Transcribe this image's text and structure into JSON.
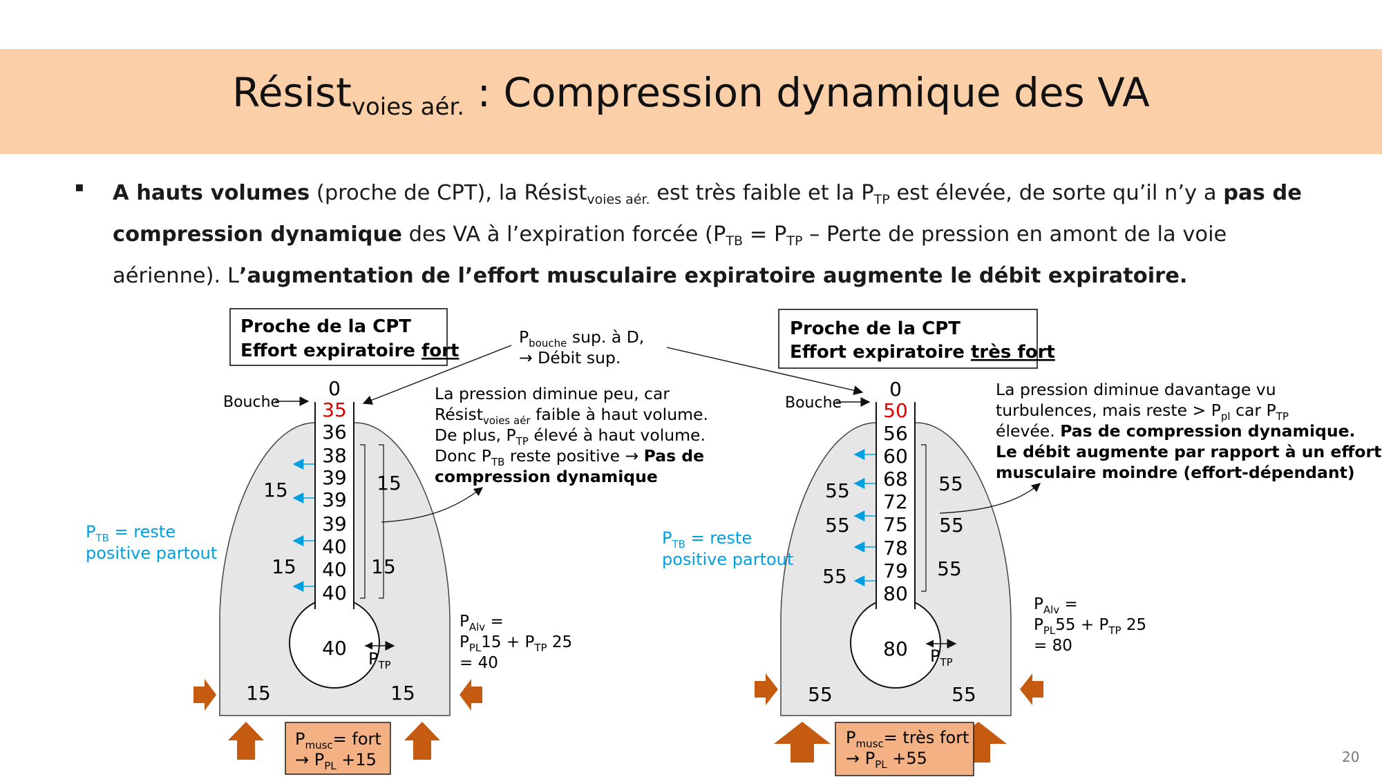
{
  "title": {
    "main": "Résist",
    "sub": "voies aér.",
    "rest": ": Compression dynamique des VA"
  },
  "paragraph": {
    "bullet": "▪",
    "s1": "A hauts volumes",
    "s2": " (proche de CPT), la Résist",
    "s3": "voies aér.",
    "s4": " est très faible et la P",
    "s5": "TP",
    "s6": " est élevée, de sorte qu’il n’y a ",
    "s7": "pas de compression dynamique",
    "s8": " des VA à l’expiration forcée (P",
    "s9": "TB",
    "s10": " = P",
    "s11": "TP",
    "s12": " – Perte de pression en amont de la voie aérienne). L",
    "s13": "’augmentation de l’effort musculaire expiratoire augmente le débit expiratoire."
  },
  "center_note": {
    "line1_p": "P",
    "line1_sub": "bouche",
    "line1_rest": " sup. à D,",
    "line2": "→ Débit sup."
  },
  "left": {
    "box_line1": "Proche de la CPT",
    "box_line2_a": "Effort expiratoire ",
    "box_line2_b": "fort",
    "bouche": "Bouche",
    "airway_values": [
      "0",
      "35",
      "36",
      "38",
      "39",
      "39",
      "39",
      "40",
      "40",
      "40"
    ],
    "alveolus": "40",
    "pleural": [
      "15",
      "15",
      "15",
      "15",
      "15",
      "15"
    ],
    "ptb_line1_p": "P",
    "ptb_line1_sub": "TB",
    "ptb_line1_rest": " = reste",
    "ptb_line2": "positive partout",
    "note": [
      "La pression diminue peu, car",
      "Résist",
      "voies aér",
      " faible à haut volume.",
      "De plus, P",
      "TP",
      " élevé à haut volume.",
      "Donc P",
      "TB",
      " reste positive → ",
      "Pas de",
      "compression dynamique"
    ],
    "palv": [
      "P",
      "Alv",
      " =",
      "P",
      "PL",
      "15 + P",
      "TP",
      " 25",
      "= 40"
    ],
    "ptp_p": "P",
    "ptp_sub": "TP",
    "musc_p": "P",
    "musc_sub": "musc",
    "musc_rest": "= fort",
    "musc_line2_a": "→ P",
    "musc_line2_sub": "PL",
    "musc_line2_b": " +15"
  },
  "right": {
    "box_line1": "Proche de la CPT",
    "box_line2_a": "Effort expiratoire ",
    "box_line2_b": "très fort",
    "bouche": "Bouche",
    "airway_values": [
      "0",
      "50",
      "56",
      "60",
      "68",
      "72",
      "75",
      "78",
      "79",
      "80"
    ],
    "alveolus": "80",
    "pleural": [
      "55",
      "55",
      "55",
      "55",
      "55",
      "55",
      "55",
      "55"
    ],
    "ptb_line1_p": "P",
    "ptb_line1_sub": "TB",
    "ptb_line1_rest": " = reste",
    "ptb_line2": "positive partout",
    "note": [
      "La pression diminue davantage vu",
      "turbulences, mais reste > P",
      "pl",
      " car P",
      "TP",
      "élevée. ",
      "Pas de compression dynamique.",
      "Le débit augmente par rapport à un effort",
      "musculaire moindre (effort-dépendant)"
    ],
    "palv": [
      "P",
      "Alv",
      " =",
      "P",
      "PL",
      "55 + P",
      "TP",
      " 25",
      "= 80"
    ],
    "ptp_p": "P",
    "ptp_sub": "TP",
    "musc_p": "P",
    "musc_sub": "musc",
    "musc_rest": "= très fort",
    "musc_line2_a": "→ P",
    "musc_line2_sub": "PL",
    "musc_line2_b": " +55"
  },
  "colors": {
    "band": "#fbcfa8",
    "lung": "#e6e6e6",
    "arrow_blue": "#00a0e0",
    "arrow_orange": "#c55a11",
    "box_orange": "#f4b183",
    "red": "#e00000",
    "blue_text": "#00a0e0"
  },
  "page_number": "20"
}
